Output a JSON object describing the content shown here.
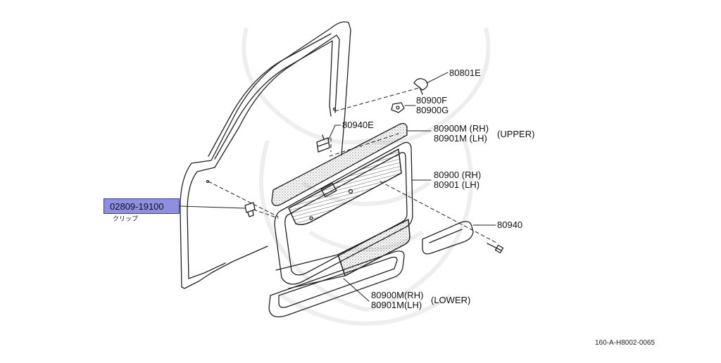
{
  "colors": {
    "line": "#222222",
    "highlight": "#8f8fe0",
    "highlight_border": "#3a3aa8",
    "watermark": "#efefef"
  },
  "highlight_part": {
    "number": "02809-19100",
    "sub_label": "クリップ"
  },
  "labels": {
    "p80801e": "80801E",
    "p80900f": "80900F",
    "p80900g": "80900G",
    "p80940e": "80940E",
    "upper_rh": "80900M (RH)",
    "upper_lh": "80901M (LH)",
    "upper_tag": "(UPPER)",
    "trim_rh": "80900 (RH)",
    "trim_lh": "80901 (LH)",
    "p80940": "80940",
    "lower_rh": "80900M(RH)",
    "lower_lh": "80901M(LH)",
    "lower_tag": "(LOWER)"
  },
  "reference": "160-A-H8002-0065",
  "icons": {
    "watermark": "samurai-crest-watermark-icon",
    "diagram": "door-trim-exploded-view-icon"
  }
}
